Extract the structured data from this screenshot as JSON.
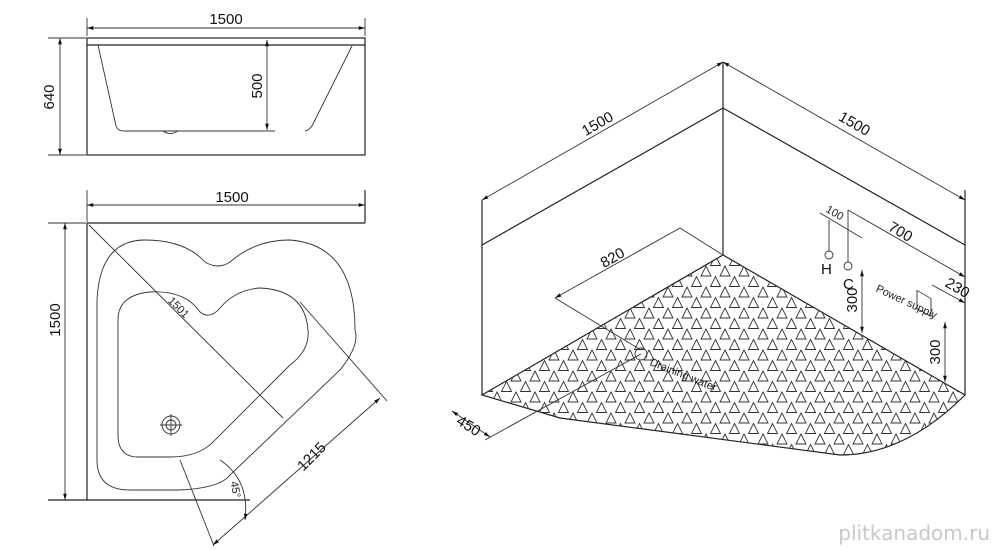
{
  "side_view": {
    "width": "1500",
    "height": "640",
    "depth": "500"
  },
  "top_view": {
    "width": "1500",
    "height": "1500",
    "diagonal": "1501",
    "front": "1215",
    "angle": "45°"
  },
  "iso_view": {
    "left_wall": "1500",
    "right_wall": "1500",
    "drain_offset": "820",
    "drain_side": "450",
    "hot_offset": "100",
    "cold_offset": "700",
    "hot_label": "H",
    "cold_label": "C",
    "cold_height": "300",
    "power_offset": "230",
    "power_height": "300",
    "power_label": "Power supply",
    "drain_label": "Draining water"
  },
  "watermark": "plitkanadom.ru",
  "colors": {
    "line": "#222222",
    "watermark": "#c8c8c8"
  }
}
